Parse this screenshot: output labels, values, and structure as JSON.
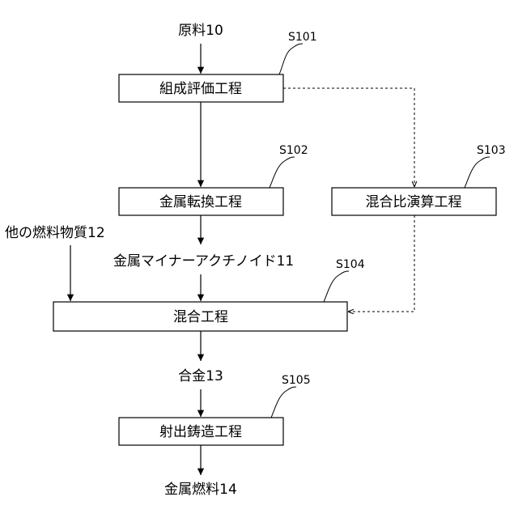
{
  "inputs": {
    "raw_material": "原料10",
    "other_fuel": "他の燃料物質12"
  },
  "processes": {
    "composition_eval": "組成評価工程",
    "metal_conversion": "金属転換工程",
    "mix_ratio_calc": "混合比演算工程",
    "mixing": "混合工程",
    "injection_casting": "射出鋳造工程"
  },
  "intermediates": {
    "metal_ma": "金属マイナーアクチノイド11",
    "alloy": "合金13"
  },
  "outputs": {
    "metal_fuel": "金属燃料14"
  },
  "steps": {
    "s101": "S101",
    "s102": "S102",
    "s103": "S103",
    "s104": "S104",
    "s105": "S105"
  }
}
